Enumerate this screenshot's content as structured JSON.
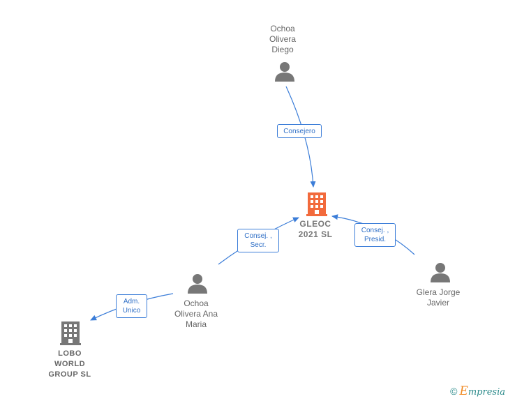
{
  "nodes": {
    "gleoc": {
      "label": "GLEOC\n2021  SL",
      "type": "company",
      "icon": "building-icon",
      "color": "#f26a3c"
    },
    "ochoa_diego": {
      "label": "Ochoa\nOlivera\nDiego",
      "type": "person",
      "icon": "person-icon"
    },
    "ochoa_ana": {
      "label": "Ochoa\nOlivera Ana\nMaria",
      "type": "person",
      "icon": "person-icon"
    },
    "glera": {
      "label": "Glera Jorge\nJavier",
      "type": "person",
      "icon": "person-icon"
    },
    "lobo": {
      "label": "LOBO\nWORLD\nGROUP  SL",
      "type": "company",
      "icon": "building-icon",
      "color": "#777777"
    }
  },
  "edges": {
    "consejero": "Consejero",
    "consej_secr": "Consej. ,\nSecr.",
    "consej_presid": "Consej. ,\nPresid.",
    "adm_unico": "Adm.\nUnico"
  },
  "colors": {
    "edge": "#3b7dd8",
    "person": "#777777"
  },
  "footer": {
    "copyright": "©",
    "brand_initial": "E",
    "brand_rest": "mpresia"
  }
}
